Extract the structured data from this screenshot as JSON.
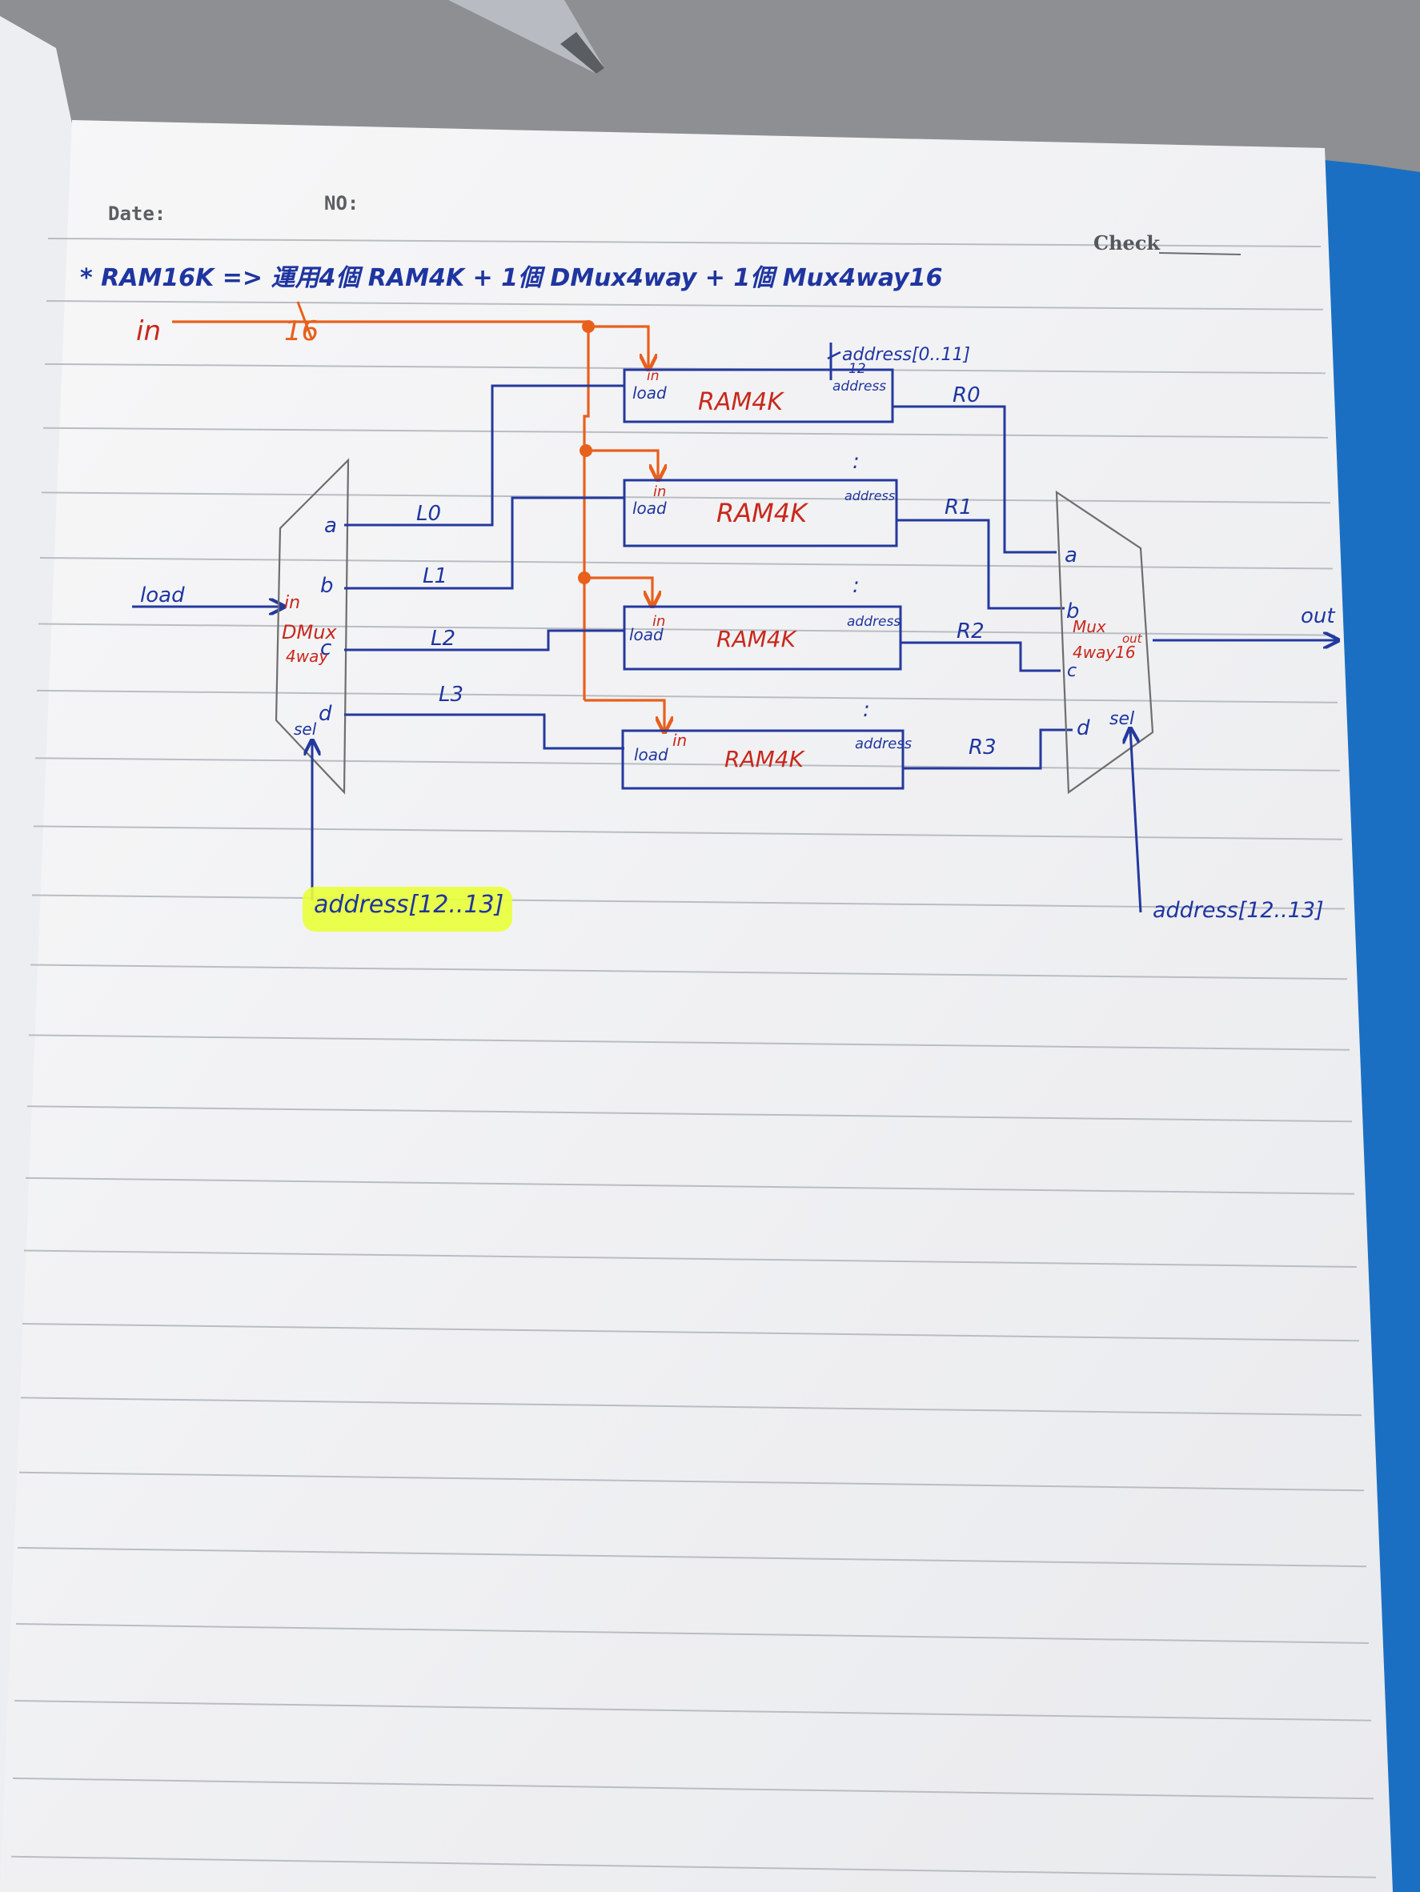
{
  "header": {
    "date_label": "Date:",
    "no_label": "NO:",
    "check_label": "Check"
  },
  "title": "* RAM16K => 運用4個 RAM4K + 1個 DMux4way + 1個 Mux4way16",
  "inputs": {
    "in_label": "in",
    "in_width": "16",
    "load_label": "load"
  },
  "dmux": {
    "name_line1": "DMux",
    "name_line2": "4way",
    "in_port": "in",
    "ports": [
      "a",
      "b",
      "c",
      "d"
    ],
    "sel_port": "sel",
    "sel_note": "address[12..13]"
  },
  "load_lines": [
    "L0",
    "L1",
    "L2",
    "L3"
  ],
  "ram": {
    "name": "RAM4K",
    "in_port": "in",
    "load_port": "load",
    "address_port": "address",
    "address_note": "address[0..11]",
    "address_width": "12",
    "ellipsis": ":"
  },
  "outputs": [
    "R0",
    "R1",
    "R2",
    "R3"
  ],
  "mux": {
    "name_line1": "Mux",
    "name_line2": "4way16",
    "ports": [
      "a",
      "b",
      "c",
      "d"
    ],
    "out_port": "out",
    "sel_port": "sel",
    "sel_note": "address[12..13]",
    "out_label": "out"
  },
  "colors": {
    "blue_ink": "#24399e",
    "orange_ink": "#e8601c",
    "red_ink": "#c8281c",
    "highlighter": "#e9ff3a",
    "paper": "#f3f4f6",
    "notebook_cover": "#1b6fc2"
  }
}
